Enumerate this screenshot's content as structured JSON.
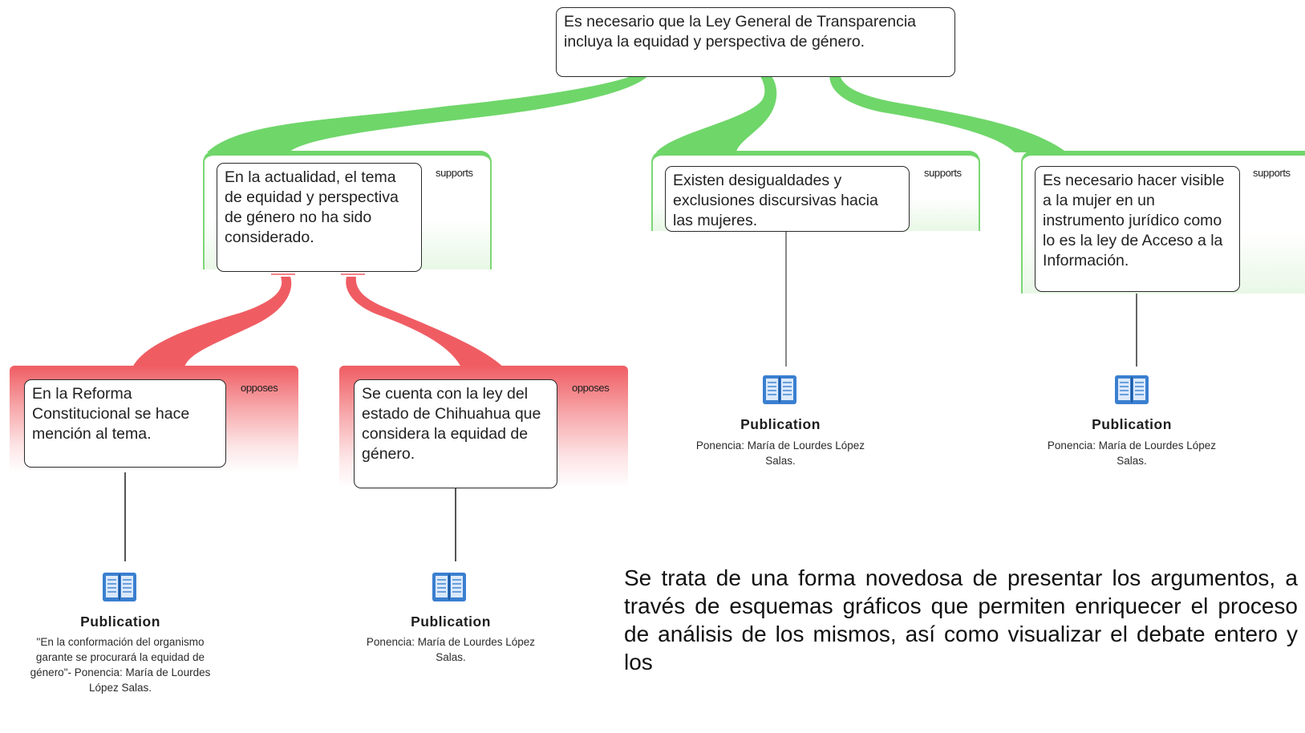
{
  "root": {
    "text": "Es necesario que la Ley General de Transparencia incluya la equidad y perspectiva de género."
  },
  "supports": [
    {
      "relation": "supports",
      "text": "En la actualidad, el tema de equidad y perspectiva de género no ha sido considerado."
    },
    {
      "relation": "supports",
      "text": "Existen desigualdades y exclusiones discursivas hacia las mujeres."
    },
    {
      "relation": "supports",
      "text": "Es necesario hacer visible a la mujer en un instrumento jurídico como lo es la ley de Acceso a la Información."
    }
  ],
  "opposes": [
    {
      "relation": "opposes",
      "text": "En la Reforma Constitucional se hace mención al tema."
    },
    {
      "relation": "opposes",
      "text": "Se cuenta con la ley del estado de Chihuahua que considera la equidad de género."
    }
  ],
  "publications": [
    {
      "icon": "book-icon",
      "title": "Publication",
      "desc": "\"En la conformación del organismo garante se procurará la equidad de género\"- Ponencia: María de Lourdes López Salas."
    },
    {
      "icon": "book-icon",
      "title": "Publication",
      "desc": "Ponencia: María de Lourdes López Salas."
    },
    {
      "icon": "book-icon",
      "title": "Publication",
      "desc": "Ponencia: María de Lourdes López Salas."
    },
    {
      "icon": "book-icon",
      "title": "Publication",
      "desc": "Ponencia: María de Lourdes López Salas."
    }
  ],
  "caption": "Se trata de una forma novedosa de presentar los argumentos, a través de esquemas gráficos que permiten enriquecer el proceso de análisis de los mismos, así como visualizar el debate entero y los",
  "colors": {
    "supports": "#6fd66a",
    "opposes": "#ef5d63",
    "book_icon": "#3a7fd0"
  }
}
